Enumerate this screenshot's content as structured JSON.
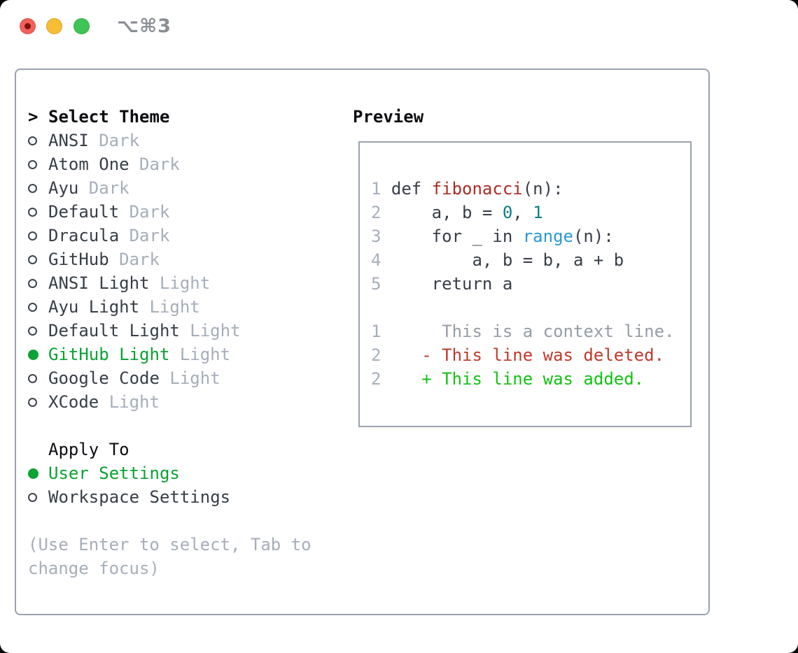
{
  "window": {
    "shortcut_label": "⌥⌘3"
  },
  "colors": {
    "accent_green": "#0aa232",
    "added_green": "#12c212",
    "deleted_red": "#c0392b",
    "function_red": "#ae2b22",
    "number_teal": "#0d7d85",
    "builtin_blue": "#2a9ad2",
    "text_dark": "#373e47",
    "text_black": "#0b0d10",
    "muted_gray": "#a6aeba",
    "border_gray": "#99a2ae"
  },
  "theme_panel": {
    "header": {
      "caret": ">",
      "label": "Select Theme"
    },
    "themes": [
      {
        "name": "ANSI",
        "variant": "Dark",
        "selected": false
      },
      {
        "name": "Atom One",
        "variant": "Dark",
        "selected": false
      },
      {
        "name": "Ayu",
        "variant": "Dark",
        "selected": false
      },
      {
        "name": "Default",
        "variant": "Dark",
        "selected": false
      },
      {
        "name": "Dracula",
        "variant": "Dark",
        "selected": false
      },
      {
        "name": "GitHub",
        "variant": "Dark",
        "selected": false
      },
      {
        "name": "ANSI Light",
        "variant": "Light",
        "selected": false
      },
      {
        "name": "Ayu Light",
        "variant": "Light",
        "selected": false
      },
      {
        "name": "Default Light",
        "variant": "Light",
        "selected": false
      },
      {
        "name": "GitHub Light",
        "variant": "Light",
        "selected": true
      },
      {
        "name": "Google Code",
        "variant": "Light",
        "selected": false
      },
      {
        "name": "XCode",
        "variant": "Light",
        "selected": false
      }
    ],
    "apply_to": {
      "label": "Apply To",
      "options": [
        {
          "label": "User Settings",
          "selected": true
        },
        {
          "label": "Workspace Settings",
          "selected": false
        }
      ]
    },
    "hint": {
      "line1": "(Use Enter to select, Tab to",
      "line2": "change focus)"
    }
  },
  "preview": {
    "title": "Preview",
    "code": {
      "line1": {
        "num": "1",
        "kw": " def ",
        "fn": "fibonacci",
        "rest": "(n):"
      },
      "line2": {
        "num": "2",
        "pre": "     a, b = ",
        "n1": "0",
        "sep": ", ",
        "n2": "1"
      },
      "line3": {
        "num": "3",
        "pre": "     for _ in ",
        "builtin": "range",
        "rest": "(n):"
      },
      "line4": {
        "num": "4",
        "text": "         a, b = b, a + b"
      },
      "line5": {
        "num": "5",
        "text": "     return a"
      },
      "context": {
        "num": "1",
        "text": "      This is a context line."
      },
      "deleted": {
        "num": "2",
        "text": "    - This line was deleted."
      },
      "added": {
        "num": "2",
        "text": "    + This line was added."
      }
    }
  }
}
